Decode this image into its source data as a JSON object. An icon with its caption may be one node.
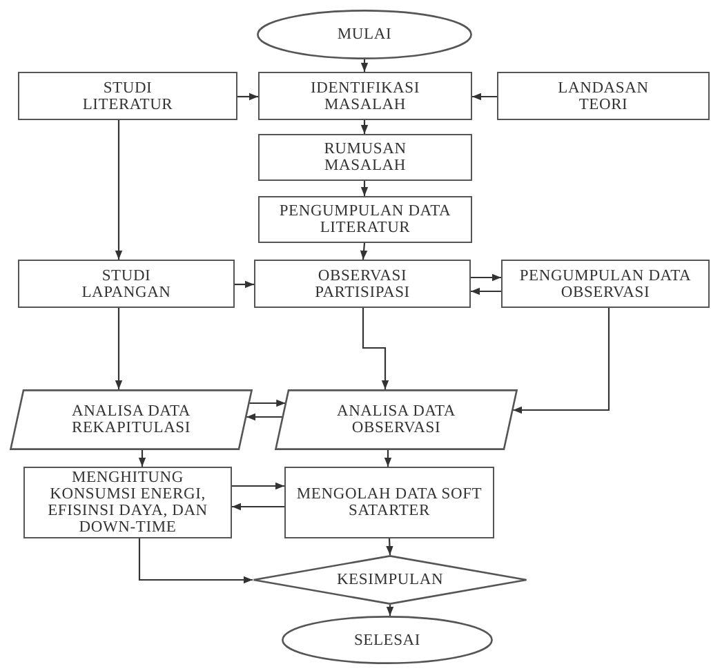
{
  "diagram": {
    "nodes": [
      {
        "text": [
          "MULAI"
        ]
      },
      {
        "text": [
          "STUDI LITERATUR"
        ]
      },
      {
        "text": [
          "IDENTIFIKASI MASALAH"
        ]
      },
      {
        "text": [
          "LANDASAN TEORI"
        ]
      },
      {
        "text": [
          "RUMUSAN MASALAH"
        ]
      },
      {
        "text": [
          "PENGUMPULAN DATA LITERATUR"
        ]
      },
      {
        "text": [
          "STUDI LAPANGAN"
        ]
      },
      {
        "text": [
          "OBSERVASI PARTISIPASI"
        ]
      },
      {
        "text": [
          "PENGUMPULAN DATA OBSERVASI"
        ]
      },
      {
        "text": [
          "ANALISA DATA REKAPITULASI"
        ]
      },
      {
        "text": [
          "ANALISA DATA OBSERVASI"
        ]
      },
      {
        "text": [
          "MENGHITUNG KONSUMSI ENERGI, EFISINSI DAYA, DAN DOWN-TIME"
        ]
      },
      {
        "text": [
          "MENGOLAH DATA SOFT SATARTER"
        ]
      },
      {
        "text": [
          "KESIMPULAN"
        ]
      },
      {
        "text": [
          "SELESAI"
        ]
      }
    ],
    "edges": [
      {
        "from": 0,
        "to": 2,
        "arrow": "to"
      },
      {
        "from": 1,
        "to": 2,
        "arrow": "to"
      },
      {
        "from": 3,
        "to": 2,
        "arrow": "to"
      },
      {
        "from": 2,
        "to": 4,
        "arrow": "to"
      },
      {
        "from": 4,
        "to": 5,
        "arrow": "to"
      },
      {
        "from": 5,
        "to": 7,
        "arrow": "to"
      },
      {
        "from": 1,
        "to": 6,
        "arrow": "to"
      },
      {
        "from": 6,
        "to": 7,
        "arrow": "to"
      },
      {
        "from": 7,
        "to": 8,
        "arrow": "to"
      },
      {
        "from": 8,
        "to": 7,
        "arrow": "to"
      },
      {
        "from": 6,
        "to": 9,
        "arrow": "to"
      },
      {
        "from": 7,
        "to": 10,
        "arrow": "to"
      },
      {
        "from": 8,
        "to": 10,
        "arrow": "to"
      },
      {
        "from": 9,
        "to": 10,
        "arrow": "to"
      },
      {
        "from": 10,
        "to": 9,
        "arrow": "to"
      },
      {
        "from": 9,
        "to": 11,
        "arrow": "to"
      },
      {
        "from": 10,
        "to": 12,
        "arrow": "to"
      },
      {
        "from": 11,
        "to": 12,
        "arrow": "to"
      },
      {
        "from": 12,
        "to": 11,
        "arrow": "to"
      },
      {
        "from": 12,
        "to": 13,
        "arrow": "to"
      },
      {
        "from": 11,
        "to": 13,
        "arrow": "to"
      },
      {
        "from": 13,
        "to": 14,
        "arrow": "to"
      }
    ]
  }
}
